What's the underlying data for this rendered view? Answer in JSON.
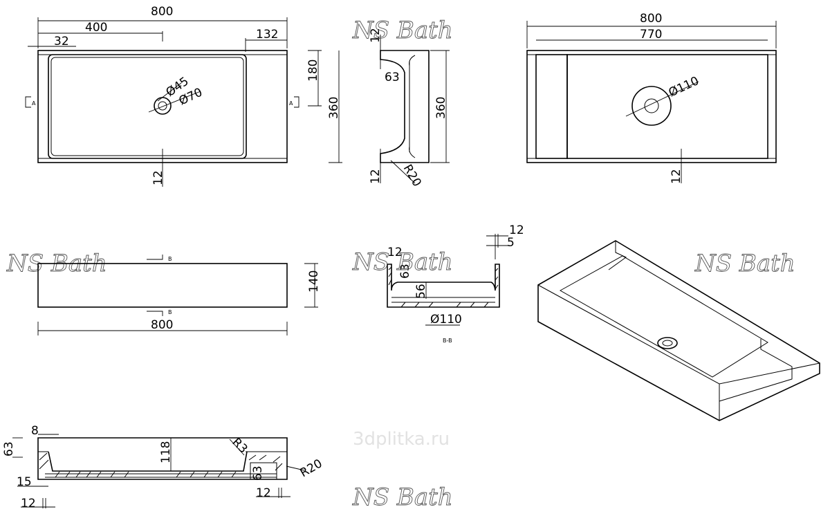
{
  "watermarks": {
    "brand": "NS Bath",
    "site": "3dplitka.ru"
  },
  "top_view": {
    "width": "800",
    "half": "400",
    "edge": "32",
    "shelf": "132",
    "drain_inner": "Ø45",
    "drain_outer": "Ø70",
    "bowl_depth": "180",
    "depth": "360",
    "wall": "12",
    "section_mark": "A"
  },
  "side_view": {
    "top_wall": "12",
    "lip": "63",
    "depth": "360",
    "bottom_wall": "12",
    "radius": "R20"
  },
  "top_view_right": {
    "width": "800",
    "inner": "770",
    "drain": "Ø110",
    "wall": "12"
  },
  "front_view": {
    "section_mark": "B",
    "height": "140",
    "width": "800"
  },
  "section_bb": {
    "wall": "12",
    "wall_top": "12",
    "rim": "5",
    "lip": "63",
    "bowl": "56",
    "drain": "Ø110",
    "title": "B-B"
  },
  "section_long": {
    "wall": "8",
    "lip": "63",
    "bowl": "118",
    "radius_small": "R3",
    "shelf": "63",
    "radius": "R20",
    "base": "15",
    "left_wall": "12",
    "right_wall": "12"
  }
}
